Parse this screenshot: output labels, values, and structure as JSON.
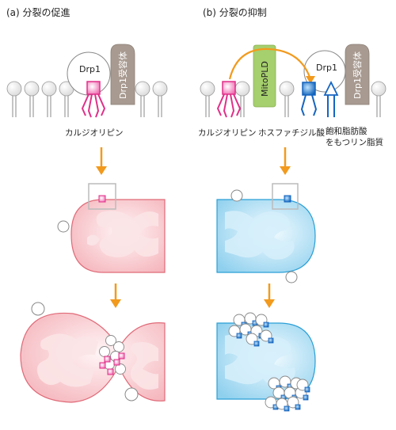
{
  "panel_a": {
    "title": "(a) 分裂の促進",
    "drp1": "Drp1",
    "receptor": "Drp1受容体",
    "cardiolipin": "カルジオリピン"
  },
  "panel_b": {
    "title": "(b) 分裂の抑制",
    "mitopld": "MitoPLD",
    "drp1": "Drp1",
    "receptor": "Drp1受容体",
    "cardiolipin": "カルジオリピン",
    "pa": "ホスファチジル酸",
    "sat_line1": "飽和脂肪酸",
    "sat_line2": "をもつリン脂質"
  },
  "colors": {
    "pink_fill": "#f7c4c8",
    "pink_stroke": "#e06a78",
    "magenta": "#e0308a",
    "blue_fill": "#9cd6f0",
    "blue_stroke": "#2a9fd6",
    "blue_marker": "#1565c0",
    "mitopld_green": "#a6cf6e",
    "receptor_brown": "#a89a90",
    "arrow_orange": "#f29a1d"
  }
}
